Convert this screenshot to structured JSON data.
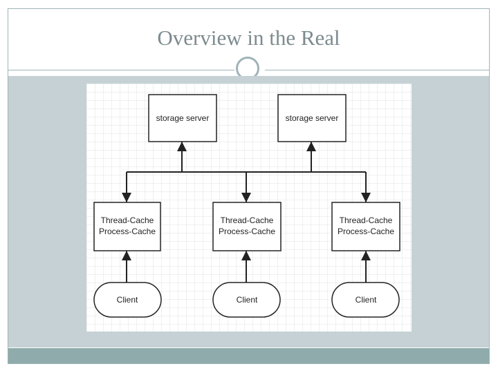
{
  "slide": {
    "title": "Overview in the Real"
  },
  "diagram": {
    "storage_servers": [
      {
        "label": "storage server"
      },
      {
        "label": "storage server"
      }
    ],
    "caches": [
      {
        "line1": "Thread-Cache",
        "line2": "Process-Cache"
      },
      {
        "line1": "Thread-Cache",
        "line2": "Process-Cache"
      },
      {
        "line1": "Thread-Cache",
        "line2": "Process-Cache"
      }
    ],
    "clients": [
      {
        "label": "Client"
      },
      {
        "label": "Client"
      },
      {
        "label": "Client"
      }
    ]
  },
  "colors": {
    "frame": "#9fb3b8",
    "band": "#c5d1d5",
    "footer": "#8fabab",
    "title": "#7d8b8f"
  }
}
